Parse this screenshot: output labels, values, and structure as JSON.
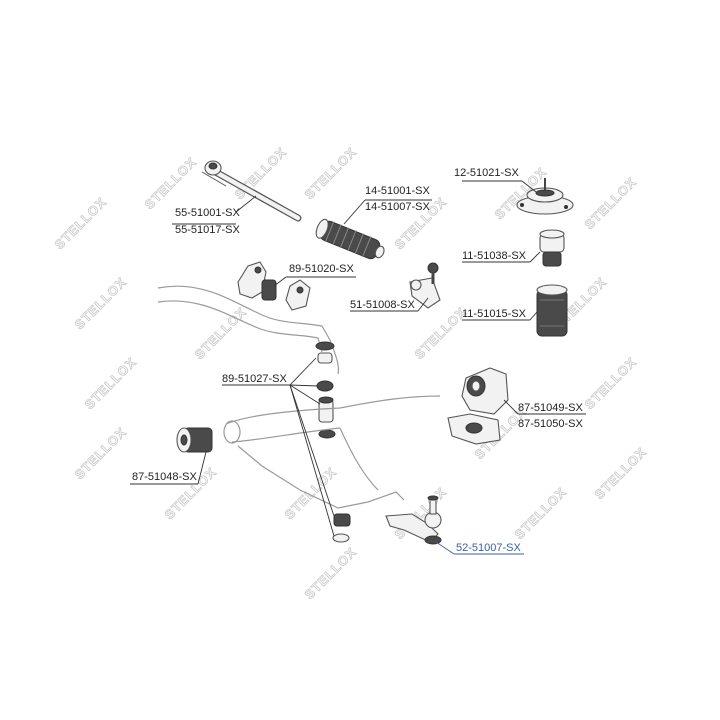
{
  "diagram": {
    "watermark": "STELLOX",
    "labels": {
      "p55_51001": "55-51001-SX",
      "p55_51017": "55-51017-SX",
      "p14_51001": "14-51001-SX",
      "p14_51007": "14-51007-SX",
      "p12_51021": "12-51021-SX",
      "p11_51038": "11-51038-SX",
      "p89_51020": "89-51020-SX",
      "p51_51008": "51-51008-SX",
      "p11_51015": "11-51015-SX",
      "p89_51027": "89-51027-SX",
      "p87_51049": "87-51049-SX",
      "p87_51050": "87-51050-SX",
      "p87_51048": "87-51048-SX",
      "p52_51007": "52-51007-SX"
    },
    "highlight_color": "#3a5fa8"
  }
}
